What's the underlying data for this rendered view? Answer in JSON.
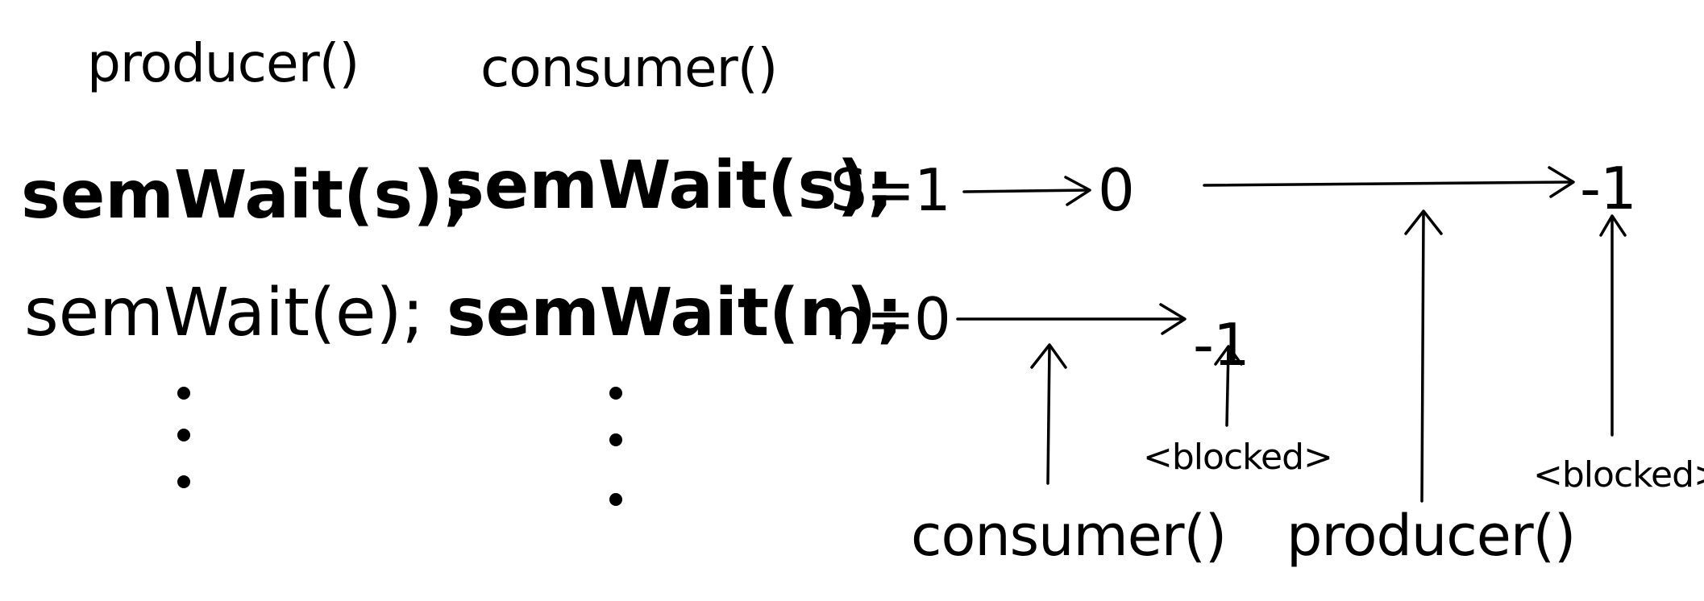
{
  "columns": {
    "producer_header": "producer()",
    "consumer_header": "consumer()"
  },
  "producer_code": {
    "line1": "semWait(s);",
    "line2": "semWait(e);"
  },
  "consumer_code": {
    "line1": "semWait(s);",
    "line2": "semWait(n);"
  },
  "semaphore_s": {
    "initial": "S=1",
    "after_consumer": "0",
    "after_producer": "-1"
  },
  "semaphore_n": {
    "initial": "n=0",
    "after_consumer": "-1"
  },
  "annotations": {
    "blocked_consumer": "<blocked>",
    "blocked_producer": "<blocked>",
    "bottom_consumer": "consumer()",
    "bottom_producer": "producer()"
  }
}
